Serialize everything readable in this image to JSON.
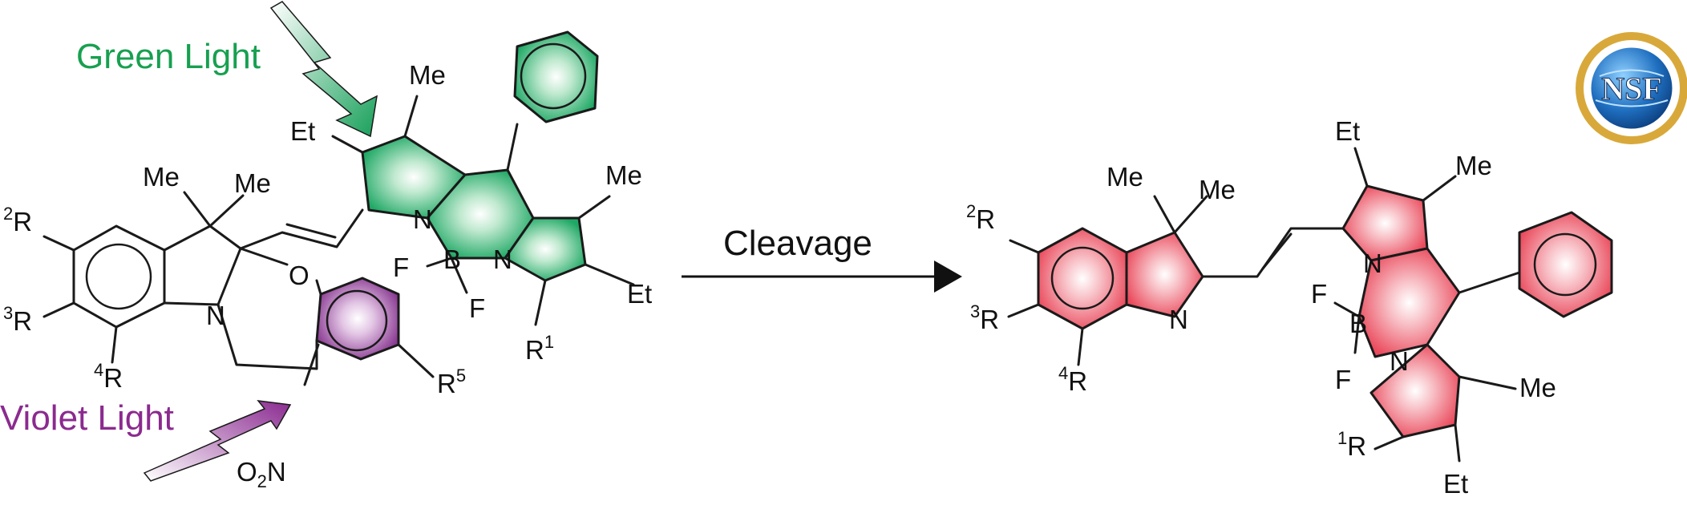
{
  "labels": {
    "green_light": "Green Light",
    "violet_light": "Violet Light",
    "cleavage": "Cleavage",
    "nsf": "NSF"
  },
  "reactant": {
    "me1": "Me",
    "et1": "Et",
    "me2": "Me",
    "et2": "Et",
    "r1": "R",
    "me3": "Me",
    "me4": "Me",
    "r2": "R",
    "r3": "R",
    "r4": "R",
    "r5": "R",
    "n_ind": "N",
    "o": "O",
    "n_bodipy1": "N",
    "n_bodipy2": "N",
    "b": "B",
    "f1": "F",
    "f2": "F",
    "o2n_o": "O",
    "o2n_n": "N",
    "sup1": "1",
    "sup2": "2",
    "sup3": "3",
    "sup4": "4",
    "sup5": "5",
    "sub2": "2"
  },
  "product": {
    "me1": "Me",
    "me2": "Me",
    "r2": "R",
    "r3": "R",
    "r4": "R",
    "n_ind": "N",
    "et1": "Et",
    "me3": "Me",
    "n1": "N",
    "b": "B",
    "f1": "F",
    "f2": "F",
    "n2": "N",
    "me4": "Me",
    "et2": "Et",
    "r1": "R",
    "sup1": "1",
    "sup2": "2",
    "sup3": "3",
    "sup4": "4"
  },
  "colors": {
    "green_text": "#17a050",
    "green_fill": "#2bb070",
    "violet_text": "#8b2a8f",
    "violet_fill": "#9a4aa0",
    "red_fill": "#ee5a6a"
  }
}
